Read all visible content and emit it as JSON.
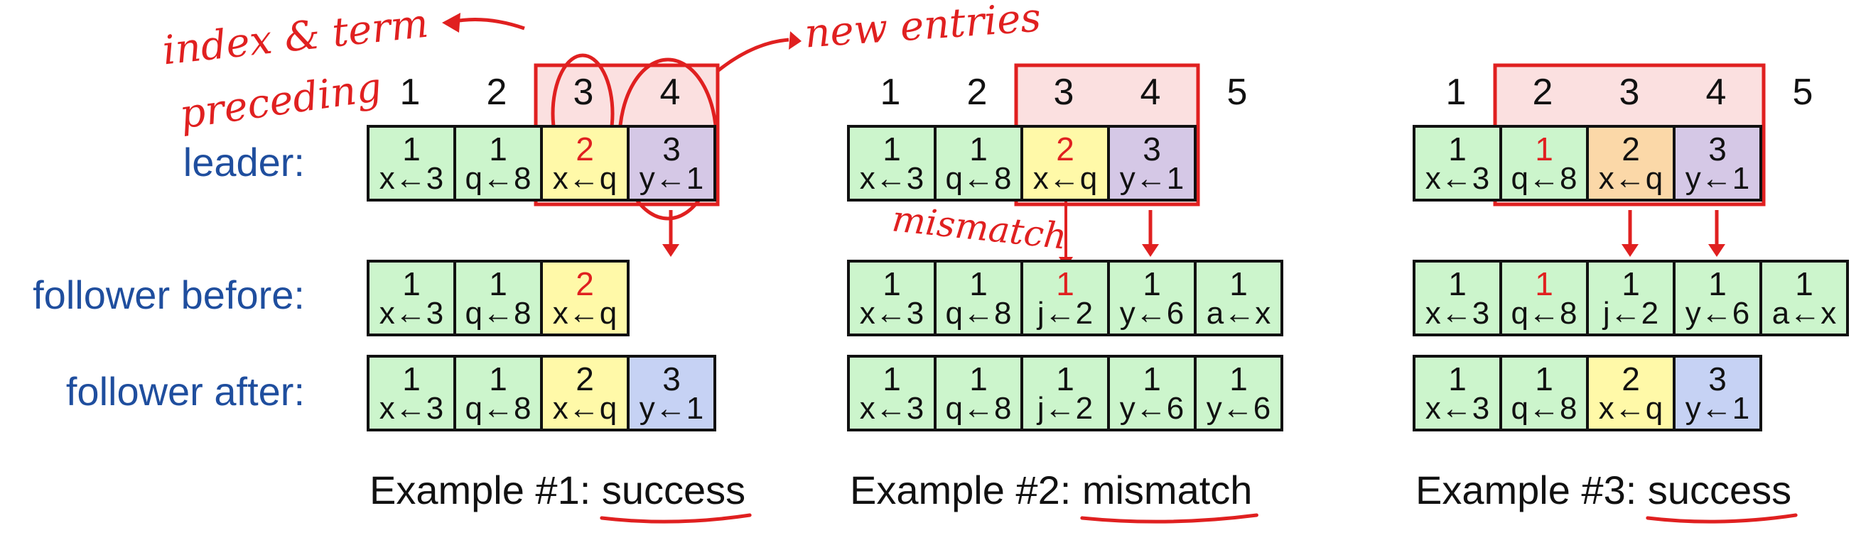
{
  "labels": {
    "leader": "leader:",
    "follower_before": "follower before:",
    "follower_after": "follower after:"
  },
  "colors": {
    "green": "#ccf5cc",
    "yellow": "#fff9a8",
    "purple": "#d5c8e6",
    "blue": "#c6d2f4",
    "peach": "#fbd8a8",
    "highlight": "#fbe0e0",
    "red": "#e02020",
    "label_blue": "#1f4e9e"
  },
  "annotations": {
    "index_term": "index & term",
    "preceding": "preceding",
    "new_entries": "new entries",
    "mismatch": "mismatch"
  },
  "examples": [
    {
      "caption_prefix": "Example #1: ",
      "caption_word": "success",
      "indices": [
        "1",
        "2",
        "3",
        "4"
      ],
      "leader": [
        {
          "term": "1",
          "cmd": "x←3",
          "color": "green"
        },
        {
          "term": "1",
          "cmd": "q←8",
          "color": "green"
        },
        {
          "term": "2",
          "cmd": "x←q",
          "color": "yellow",
          "red": true
        },
        {
          "term": "3",
          "cmd": "y←1",
          "color": "purple"
        }
      ],
      "before": [
        {
          "term": "1",
          "cmd": "x←3",
          "color": "green"
        },
        {
          "term": "1",
          "cmd": "q←8",
          "color": "green"
        },
        {
          "term": "2",
          "cmd": "x←q",
          "color": "yellow",
          "red": true
        }
      ],
      "after": [
        {
          "term": "1",
          "cmd": "x←3",
          "color": "green"
        },
        {
          "term": "1",
          "cmd": "q←8",
          "color": "green"
        },
        {
          "term": "2",
          "cmd": "x←q",
          "color": "yellow"
        },
        {
          "term": "3",
          "cmd": "y←1",
          "color": "blue"
        }
      ]
    },
    {
      "caption_prefix": "Example #2: ",
      "caption_word": "mismatch",
      "indices": [
        "1",
        "2",
        "3",
        "4",
        "5"
      ],
      "leader": [
        {
          "term": "1",
          "cmd": "x←3",
          "color": "green"
        },
        {
          "term": "1",
          "cmd": "q←8",
          "color": "green"
        },
        {
          "term": "2",
          "cmd": "x←q",
          "color": "yellow",
          "red": true
        },
        {
          "term": "3",
          "cmd": "y←1",
          "color": "purple"
        }
      ],
      "before": [
        {
          "term": "1",
          "cmd": "x←3",
          "color": "green"
        },
        {
          "term": "1",
          "cmd": "q←8",
          "color": "green"
        },
        {
          "term": "1",
          "cmd": "j←2",
          "color": "green",
          "red": true
        },
        {
          "term": "1",
          "cmd": "y←6",
          "color": "green"
        },
        {
          "term": "1",
          "cmd": "a←x",
          "color": "green"
        }
      ],
      "after": [
        {
          "term": "1",
          "cmd": "x←3",
          "color": "green"
        },
        {
          "term": "1",
          "cmd": "q←8",
          "color": "green"
        },
        {
          "term": "1",
          "cmd": "j←2",
          "color": "green"
        },
        {
          "term": "1",
          "cmd": "y←6",
          "color": "green"
        },
        {
          "term": "1",
          "cmd": "y←6",
          "color": "green"
        }
      ]
    },
    {
      "caption_prefix": "Example #3: ",
      "caption_word": "success",
      "indices": [
        "1",
        "2",
        "3",
        "4",
        "5"
      ],
      "leader": [
        {
          "term": "1",
          "cmd": "x←3",
          "color": "green"
        },
        {
          "term": "1",
          "cmd": "q←8",
          "color": "green",
          "red": true
        },
        {
          "term": "2",
          "cmd": "x←q",
          "color": "peach"
        },
        {
          "term": "3",
          "cmd": "y←1",
          "color": "purple"
        }
      ],
      "before": [
        {
          "term": "1",
          "cmd": "x←3",
          "color": "green"
        },
        {
          "term": "1",
          "cmd": "q←8",
          "color": "green",
          "red": true
        },
        {
          "term": "1",
          "cmd": "j←2",
          "color": "green"
        },
        {
          "term": "1",
          "cmd": "y←6",
          "color": "green"
        },
        {
          "term": "1",
          "cmd": "a←x",
          "color": "green"
        }
      ],
      "after": [
        {
          "term": "1",
          "cmd": "x←3",
          "color": "green"
        },
        {
          "term": "1",
          "cmd": "q←8",
          "color": "green"
        },
        {
          "term": "2",
          "cmd": "x←q",
          "color": "yellow"
        },
        {
          "term": "3",
          "cmd": "y←1",
          "color": "blue"
        }
      ]
    }
  ]
}
